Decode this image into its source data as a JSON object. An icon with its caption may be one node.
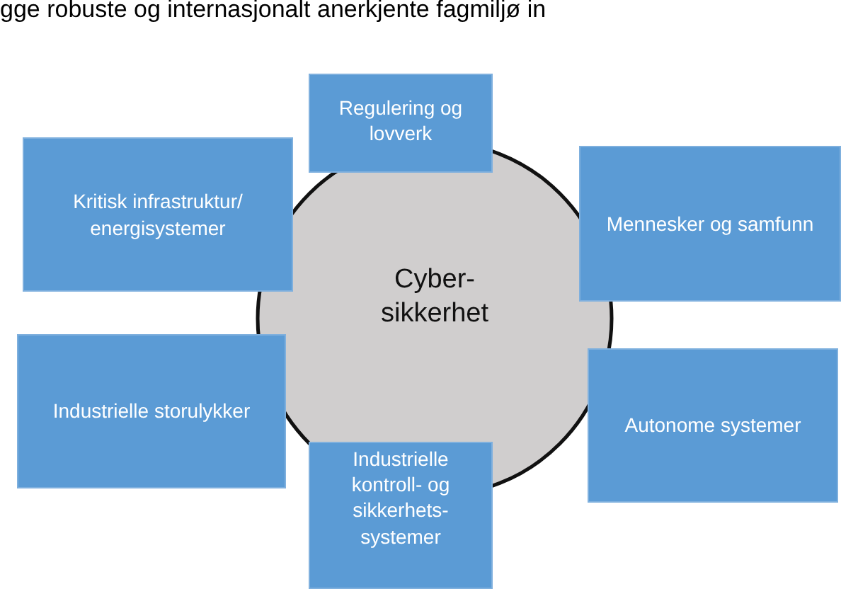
{
  "diagram": {
    "nodes": [
      {
        "text": [
          "Regulering og lovverk"
        ]
      },
      {
        "text": [
          "Kritisk infrastruktur/ energisystemer"
        ]
      },
      {
        "text": [
          "Mennesker og samfunn"
        ]
      },
      {
        "text": [
          "Cyber- sikkerhet"
        ]
      },
      {
        "text": [
          "Industrielle storulykker"
        ]
      },
      {
        "text": [
          "Autonome systemer"
        ]
      },
      {
        "text": [
          "Industrielle kontroll- og sikkerhets- systemer"
        ]
      }
    ],
    "labels": [
      "gge robuste og internasjonalt anerkjente fagmiljø in"
    ]
  }
}
